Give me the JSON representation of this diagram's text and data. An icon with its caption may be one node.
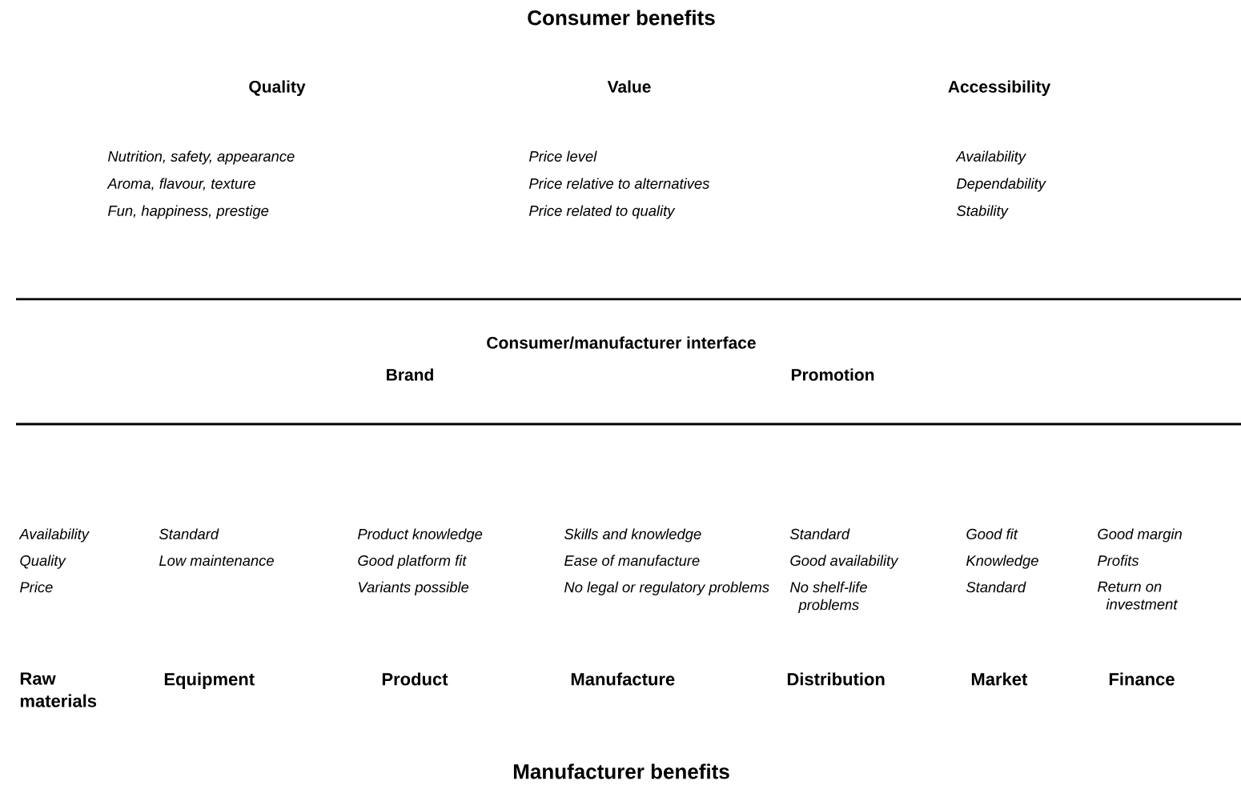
{
  "diagram": {
    "title": "Consumer benefits",
    "labels": [
      "Quality",
      "Value",
      "Accessibility",
      "Nutrition, safety, appearance",
      "Aroma, flavour, texture",
      "Fun, happiness, prestige",
      "Price level",
      "Price relative to alternatives",
      "Price related to quality",
      "Availability",
      "Dependability",
      "Stability",
      "Consumer/manufacturer interface",
      "Brand",
      "Promotion",
      "Availability",
      "Quality",
      "Price",
      "Standard",
      "Low maintenance",
      "Product knowledge",
      "Good platform fit",
      "Variants possible",
      "Skills and knowledge",
      "Ease of manufacture",
      "No legal or regulatory problems",
      "Standard",
      "Good availability",
      "No shelf-life problems",
      "Good fit",
      "Knowledge",
      "Standard",
      "Good margin",
      "Profits",
      "Return on investment",
      "Raw materials",
      "Equipment",
      "Product",
      "Manufacture",
      "Distribution",
      "Market",
      "Finance",
      "Manufacturer benefits"
    ]
  }
}
